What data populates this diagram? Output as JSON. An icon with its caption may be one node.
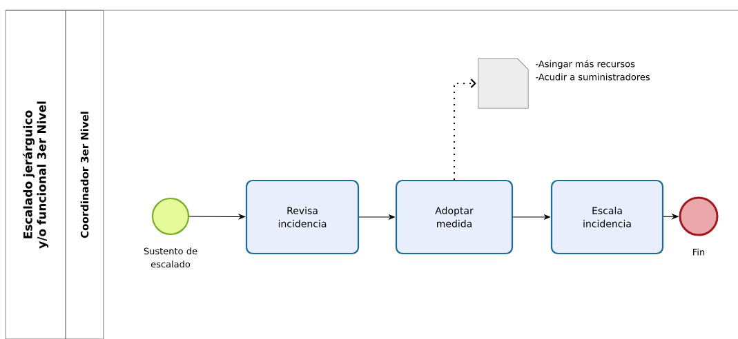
{
  "diagram": {
    "nodes": [
      {
        "text": [
          "Escalado jerárguico y/o funcional 3er Nivel"
        ]
      },
      {
        "text": [
          "Coordinador 3er Nivel"
        ]
      },
      {
        "text": [],
        "shape": "circle",
        "beside": [
          "Sustento de escalado"
        ]
      },
      {
        "text": [
          "Revisa incidencia"
        ]
      },
      {
        "text": [
          "Adoptar medida"
        ]
      },
      {
        "text": [
          "Escala incidencia"
        ]
      },
      {
        "text": [],
        "shape": "circle",
        "beside": [
          "Fin"
        ]
      },
      {
        "text": [],
        "shape": "document",
        "beside": [
          "-Asingar más recursos",
          "-Acudir a suministradores"
        ]
      }
    ],
    "edges": [
      {
        "from": 2,
        "to": 3,
        "arrow": "to"
      },
      {
        "from": 3,
        "to": 4,
        "arrow": "to"
      },
      {
        "from": 4,
        "to": 5,
        "arrow": "to"
      },
      {
        "from": 5,
        "to": 6,
        "arrow": "to"
      },
      {
        "from": 4,
        "to": 7,
        "arrow": "to",
        "style": "dashed"
      }
    ]
  }
}
